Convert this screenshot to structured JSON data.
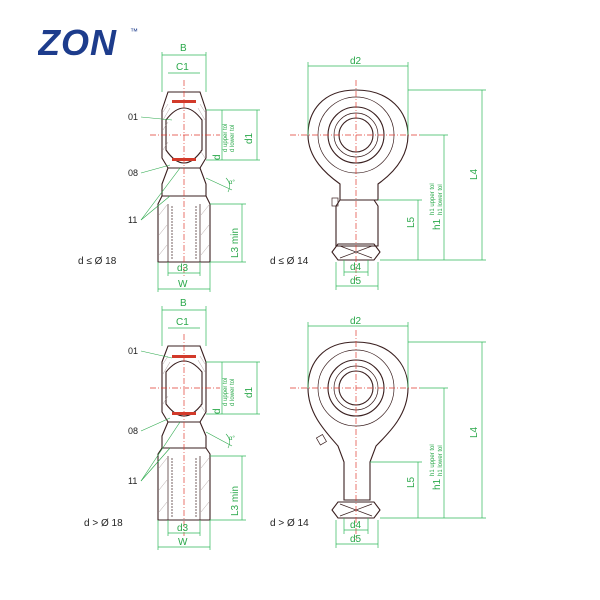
{
  "logo": {
    "text": "ZON",
    "tm": "™"
  },
  "colors": {
    "logo": "#1d3c8c",
    "dimension": "#2aa84a",
    "centerline": "#e03a2f",
    "outline": "#3a1f1f",
    "seal": "#d23a2a"
  },
  "views": [
    {
      "id": "top",
      "side_dims": {
        "b": "B",
        "c1": "C1",
        "d1": "d1",
        "d": "d",
        "d_upper": "d upper tol",
        "d_lower": "d lower tol",
        "l3": "L3 min",
        "d3": "d3",
        "w": "W"
      },
      "callouts": [
        "01",
        "08",
        "11"
      ],
      "side_condition": "d ≤ Ø 18",
      "front_dims": {
        "d2": "d2",
        "l4": "L4",
        "h1": "h1",
        "h1_upper": "h1 upper tol",
        "h1_lower": "h1 lower tol",
        "l5": "L5",
        "d4": "d4",
        "d5": "d5"
      },
      "front_condition": "d ≤ Ø 14"
    },
    {
      "id": "bottom",
      "side_dims": {
        "b": "B",
        "c1": "C1",
        "d1": "d1",
        "d": "d",
        "d_upper": "d upper tol",
        "d_lower": "d lower tol",
        "l3": "L3 min",
        "d3": "d3",
        "w": "W"
      },
      "callouts": [
        "01",
        "08",
        "11"
      ],
      "side_condition": "d > Ø 18",
      "front_dims": {
        "d2": "d2",
        "l4": "L4",
        "h1": "h1",
        "h1_upper": "h1 upper tol",
        "h1_lower": "h1 lower tol",
        "l5": "L5",
        "d4": "d4",
        "d5": "d5"
      },
      "front_condition": "d > Ø 14"
    }
  ]
}
